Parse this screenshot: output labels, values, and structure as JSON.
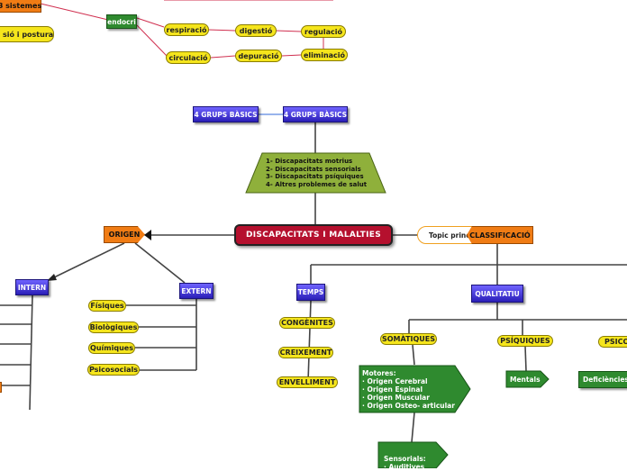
{
  "top_left": {
    "sistemes": "3 sistemes",
    "postura": "sió i postura",
    "endocri": "endocri",
    "respiracio": "respiració",
    "digestio": "digestió",
    "regulacio": "regulació",
    "circulacio": "circulació",
    "depuracio": "depuració",
    "eliminacio": "eliminació"
  },
  "basics": {
    "left": "4 GRUPS BÀSICS",
    "right": "4 GRUPS BÀSICS",
    "list": "1- Discapacitats motrius\n2- Discapacitats sensorials\n3- Discapacitats psíquiques\n4- Altres problemes de salut"
  },
  "central": "DISCAPACITATS I MALALTIES",
  "origen": {
    "label": "ORIGEN",
    "intern": "INTERN",
    "extern": "EXTERN",
    "items": [
      "Físiques",
      "Biològiques",
      "Químiques",
      "Psicosocials"
    ]
  },
  "classificacio": {
    "topic": "Topic principal",
    "label": "CLASSIFICACIÓ",
    "temps": "TEMPS",
    "temps_items": [
      "CONGÈNITES",
      "CREIXEMENT",
      "ENVELLIMENT"
    ],
    "qualitatiu": "QUALITATIU",
    "somatiques": "SOMÀTIQUES",
    "psiquiques": "PSÍQUIQUES",
    "psico": "PSICO",
    "motores": "Motores:\n· Origen Cerebral\n· Origen Espinal\n· Origen Muscular\n· Origen Osteo- articular",
    "sensorials": "Sensorials:\n· Auditives",
    "mentals": "Mentals",
    "deficiencies": "Deficiències"
  }
}
